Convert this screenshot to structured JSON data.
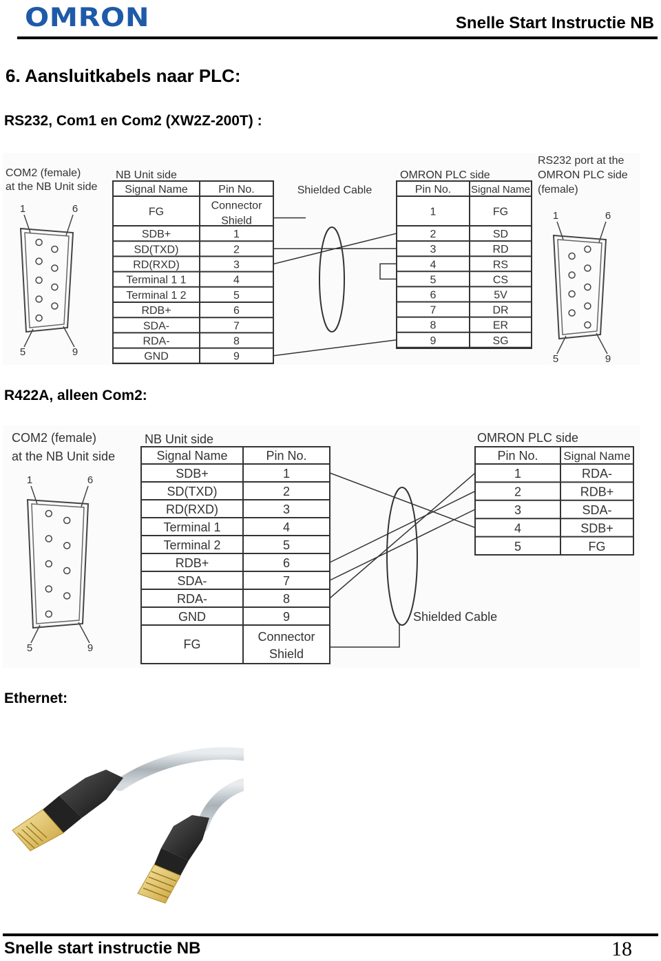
{
  "header": {
    "logo": "OMRON",
    "title": "Snelle Start Instructie NB"
  },
  "section_heading": "6. Aansluitkabels naar PLC:",
  "rs232": {
    "subheading": "RS232, Com1 en Com2 (XW2Z-200T) :",
    "left_connector_label": [
      "COM2 (female)",
      "at the NB Unit side"
    ],
    "nb_side_title": "NB Unit side",
    "col_signal": "Signal Name",
    "col_pin": "Pin No.",
    "cable_label": "Shielded Cable",
    "plc_side_title": "OMRON PLC side",
    "right_connector_label": [
      "RS232 port at the",
      "OMRON PLC side",
      "(female)"
    ],
    "connector_pin_labels": {
      "top_left": "1",
      "top_right": "6",
      "bottom_left": "5",
      "bottom_right": "9"
    },
    "nb_rows": [
      {
        "signal": "FG",
        "pin": [
          "Connector",
          "Shield"
        ]
      },
      {
        "signal": "SDB+",
        "pin": [
          "1"
        ]
      },
      {
        "signal": "SD(TXD)",
        "pin": [
          "2"
        ]
      },
      {
        "signal": "RD(RXD)",
        "pin": [
          "3"
        ]
      },
      {
        "signal": "Terminal 1 1",
        "pin": [
          "4"
        ]
      },
      {
        "signal": "Terminal 1 2",
        "pin": [
          "5"
        ]
      },
      {
        "signal": "RDB+",
        "pin": [
          "6"
        ]
      },
      {
        "signal": "SDA-",
        "pin": [
          "7"
        ]
      },
      {
        "signal": "RDA-",
        "pin": [
          "8"
        ]
      },
      {
        "signal": "GND",
        "pin": [
          "9"
        ]
      }
    ],
    "plc_rows": [
      {
        "pin": "1",
        "signal": "FG"
      },
      {
        "pin": "2",
        "signal": "SD"
      },
      {
        "pin": "3",
        "signal": "RD"
      },
      {
        "pin": "4",
        "signal": "RS"
      },
      {
        "pin": "5",
        "signal": "CS"
      },
      {
        "pin": "6",
        "signal": "5V"
      },
      {
        "pin": "7",
        "signal": "DR"
      },
      {
        "pin": "8",
        "signal": "ER"
      },
      {
        "pin": "9",
        "signal": "SG"
      }
    ]
  },
  "r422": {
    "subheading": "R422A, alleen Com2:",
    "left_connector_label": [
      "COM2 (female)",
      "at the NB Unit side"
    ],
    "nb_side_title": "NB Unit side",
    "col_signal": "Signal Name",
    "col_pin": "Pin No.",
    "cable_label": "Shielded Cable",
    "plc_side_title": "OMRON PLC side",
    "connector_pin_labels": {
      "top_left": "1",
      "top_right": "6",
      "bottom_left": "5",
      "bottom_right": "9"
    },
    "nb_rows": [
      {
        "signal": "SDB+",
        "pin": [
          "1"
        ]
      },
      {
        "signal": "SD(TXD)",
        "pin": [
          "2"
        ]
      },
      {
        "signal": "RD(RXD)",
        "pin": [
          "3"
        ]
      },
      {
        "signal": "Terminal 1",
        "pin": [
          "4"
        ]
      },
      {
        "signal": "Terminal 2",
        "pin": [
          "5"
        ]
      },
      {
        "signal": "RDB+",
        "pin": [
          "6"
        ]
      },
      {
        "signal": "SDA-",
        "pin": [
          "7"
        ]
      },
      {
        "signal": "RDA-",
        "pin": [
          "8"
        ]
      },
      {
        "signal": "GND",
        "pin": [
          "9"
        ]
      },
      {
        "signal": "FG",
        "pin": [
          "Connector",
          "Shield"
        ]
      }
    ],
    "plc_rows": [
      {
        "pin": "1",
        "signal": "RDA-"
      },
      {
        "pin": "2",
        "signal": "RDB+"
      },
      {
        "pin": "3",
        "signal": "SDA-"
      },
      {
        "pin": "4",
        "signal": "SDB+"
      },
      {
        "pin": "5",
        "signal": "FG"
      }
    ]
  },
  "ethernet": {
    "subheading": "Ethernet:",
    "image": "ethernet-cable-photo"
  },
  "footer": {
    "title": "Snelle start instructie NB",
    "page_number": "18"
  }
}
